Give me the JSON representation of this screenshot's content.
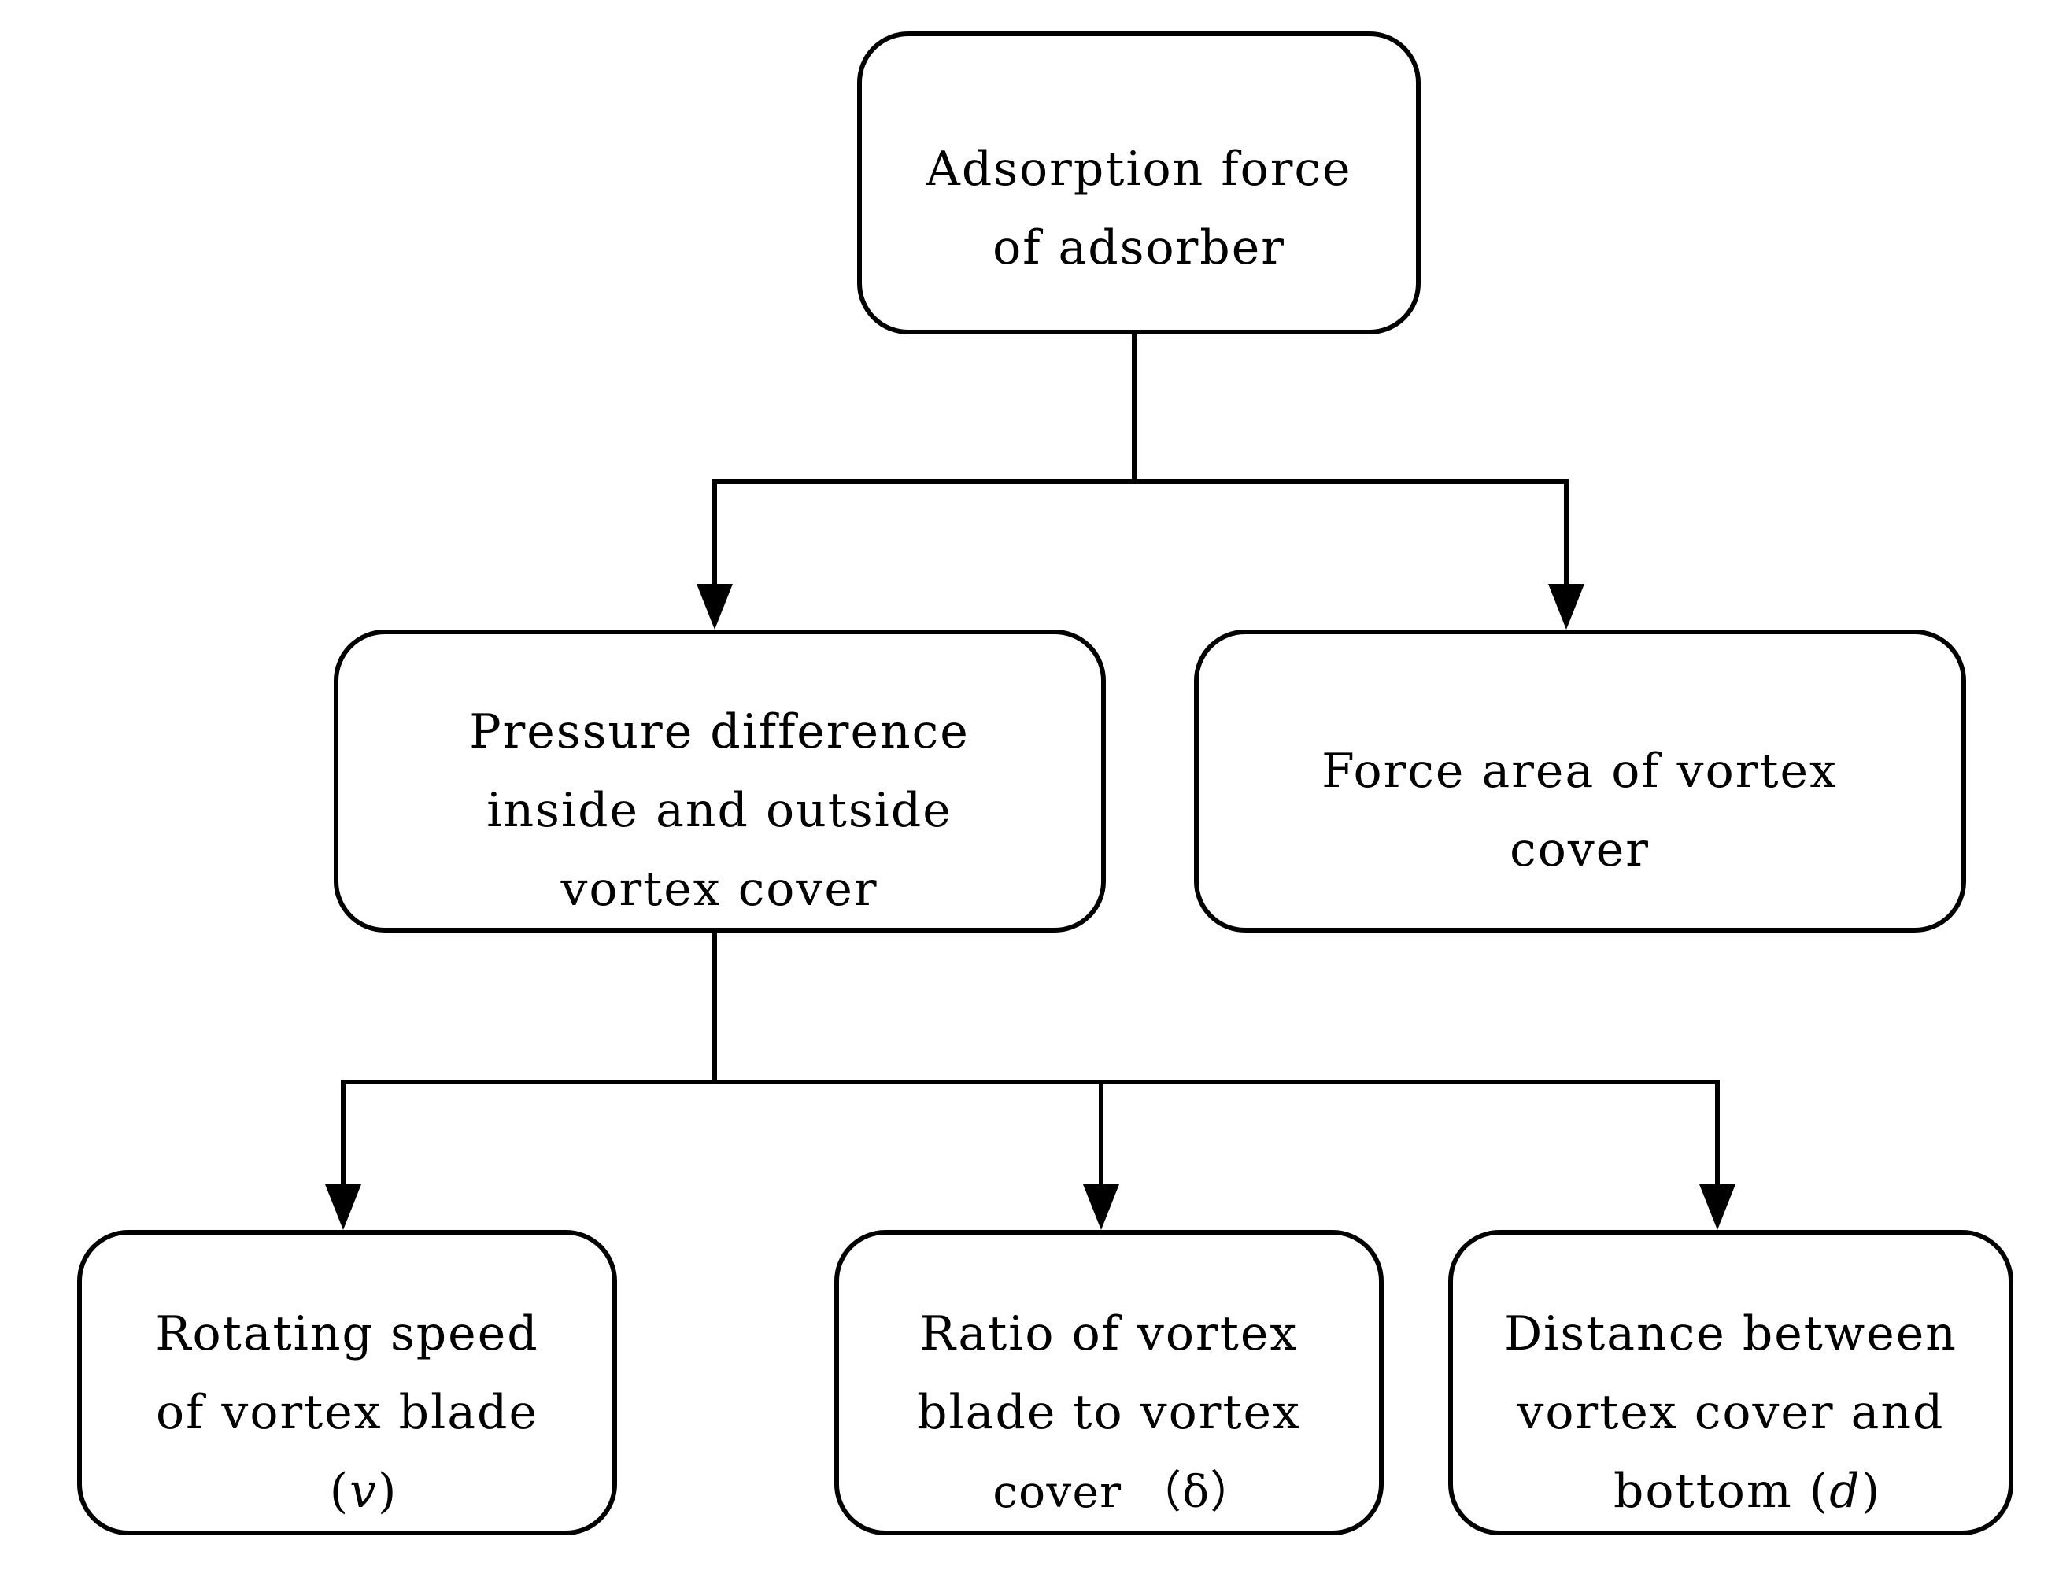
{
  "diagram": {
    "type": "flowchart",
    "orientation": "top-down",
    "background_color": "#ffffff",
    "line_color": "#000000",
    "text_color": "#000000",
    "nodes": [
      {
        "id": "root",
        "name": "adsorption-force-of-adsorber",
        "lines": [
          "Adsorption force",
          "of adsorber"
        ],
        "level": 0
      },
      {
        "id": "pressure",
        "name": "pressure-difference-inside-and-outside-vortex-cover",
        "lines": [
          "Pressure difference",
          "inside and outside",
          "vortex cover"
        ],
        "level": 1
      },
      {
        "id": "force-area",
        "name": "force-area-of-vortex-cover",
        "lines": [
          "Force area of vortex",
          "cover"
        ],
        "level": 1
      },
      {
        "id": "rotating-speed",
        "name": "rotating-speed-of-vortex-blade",
        "lines": [
          "Rotating speed",
          "of vortex blade"
        ],
        "symbol_line_prefix": "(",
        "symbol": "v",
        "symbol_line_suffix": ")",
        "level": 2
      },
      {
        "id": "ratio",
        "name": "ratio-of-vortex-blade-to-vortex-cover",
        "lines": [
          "Ratio of vortex",
          "blade to vortex"
        ],
        "symbol_line_prefix": "cover （",
        "symbol": "δ",
        "symbol_line_suffix": "）",
        "level": 2
      },
      {
        "id": "distance",
        "name": "distance-between-vortex-cover-and-bottom",
        "lines": [
          "Distance between",
          "vortex cover and"
        ],
        "symbol_line_prefix": "bottom (",
        "symbol": "d",
        "symbol_line_suffix": ")",
        "level": 2
      }
    ],
    "edges": [
      {
        "from": "root",
        "to": "pressure"
      },
      {
        "from": "root",
        "to": "force-area"
      },
      {
        "from": "pressure",
        "to": "rotating-speed"
      },
      {
        "from": "pressure",
        "to": "ratio"
      },
      {
        "from": "pressure",
        "to": "distance"
      }
    ]
  }
}
